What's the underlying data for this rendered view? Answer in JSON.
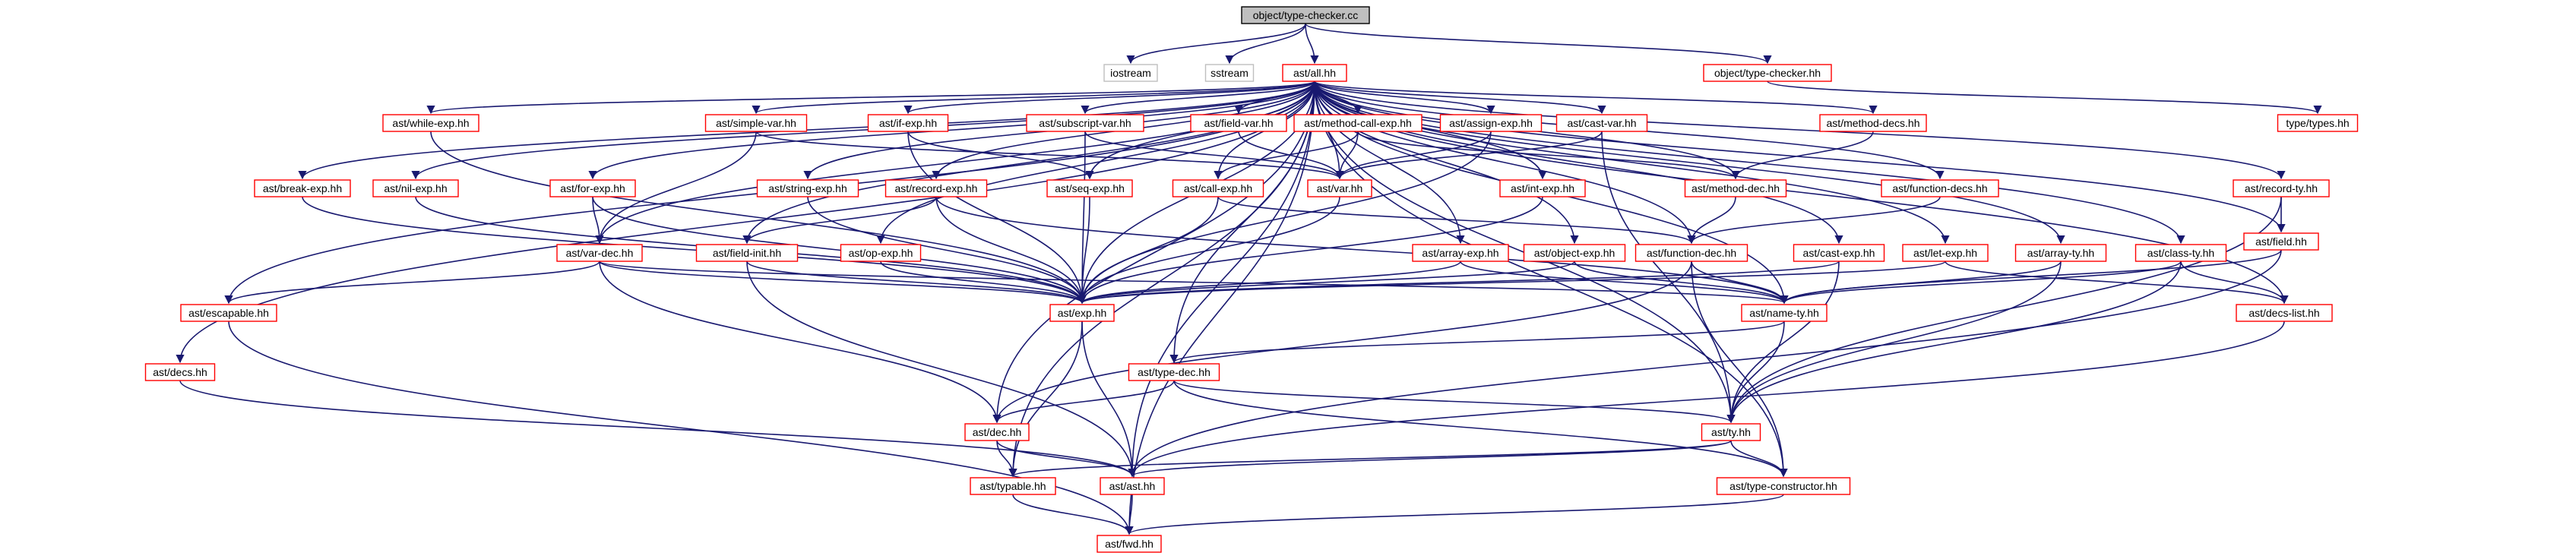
{
  "colors": {
    "node_border": "#ff0000",
    "edge": "#191970",
    "root_fill": "#bfbfbf",
    "root_border": "#000000",
    "external_border": "#bfbfbf"
  },
  "nodes": [
    {
      "id": "root",
      "label": "object/type-checker.cc",
      "kind": "root"
    },
    {
      "id": "iostream",
      "label": "iostream",
      "kind": "external"
    },
    {
      "id": "sstream",
      "label": "sstream",
      "kind": "external"
    },
    {
      "id": "all",
      "label": "ast/all.hh",
      "kind": "file"
    },
    {
      "id": "otc",
      "label": "object/type-checker.hh",
      "kind": "file"
    },
    {
      "id": "types",
      "label": "type/types.hh",
      "kind": "file"
    },
    {
      "id": "while",
      "label": "ast/while-exp.hh",
      "kind": "file"
    },
    {
      "id": "simplevar",
      "label": "ast/simple-var.hh",
      "kind": "file"
    },
    {
      "id": "ifexp",
      "label": "ast/if-exp.hh",
      "kind": "file"
    },
    {
      "id": "subscript",
      "label": "ast/subscript-var.hh",
      "kind": "file"
    },
    {
      "id": "fieldvar",
      "label": "ast/field-var.hh",
      "kind": "file"
    },
    {
      "id": "mcall",
      "label": "ast/method-call-exp.hh",
      "kind": "file"
    },
    {
      "id": "assign",
      "label": "ast/assign-exp.hh",
      "kind": "file"
    },
    {
      "id": "castvar",
      "label": "ast/cast-var.hh",
      "kind": "file"
    },
    {
      "id": "mdecs",
      "label": "ast/method-decs.hh",
      "kind": "file"
    },
    {
      "id": "break",
      "label": "ast/break-exp.hh",
      "kind": "file"
    },
    {
      "id": "nil",
      "label": "ast/nil-exp.hh",
      "kind": "file"
    },
    {
      "id": "for",
      "label": "ast/for-exp.hh",
      "kind": "file"
    },
    {
      "id": "string",
      "label": "ast/string-exp.hh",
      "kind": "file"
    },
    {
      "id": "seq",
      "label": "ast/seq-exp.hh",
      "kind": "file"
    },
    {
      "id": "record",
      "label": "ast/record-exp.hh",
      "kind": "file"
    },
    {
      "id": "call",
      "label": "ast/call-exp.hh",
      "kind": "file"
    },
    {
      "id": "var",
      "label": "ast/var.hh",
      "kind": "file"
    },
    {
      "id": "intexp",
      "label": "ast/int-exp.hh",
      "kind": "file"
    },
    {
      "id": "methoddec",
      "label": "ast/method-dec.hh",
      "kind": "file"
    },
    {
      "id": "fdecs",
      "label": "ast/function-decs.hh",
      "kind": "file"
    },
    {
      "id": "recordty",
      "label": "ast/record-ty.hh",
      "kind": "file"
    },
    {
      "id": "vardec",
      "label": "ast/var-dec.hh",
      "kind": "file"
    },
    {
      "id": "fieldinit",
      "label": "ast/field-init.hh",
      "kind": "file"
    },
    {
      "id": "op",
      "label": "ast/op-exp.hh",
      "kind": "file"
    },
    {
      "id": "array",
      "label": "ast/array-exp.hh",
      "kind": "file"
    },
    {
      "id": "object",
      "label": "ast/object-exp.hh",
      "kind": "file"
    },
    {
      "id": "fdec",
      "label": "ast/function-dec.hh",
      "kind": "file"
    },
    {
      "id": "cast",
      "label": "ast/cast-exp.hh",
      "kind": "file"
    },
    {
      "id": "let",
      "label": "ast/let-exp.hh",
      "kind": "file"
    },
    {
      "id": "arrayty",
      "label": "ast/array-ty.hh",
      "kind": "file"
    },
    {
      "id": "classty",
      "label": "ast/class-ty.hh",
      "kind": "file"
    },
    {
      "id": "field",
      "label": "ast/field.hh",
      "kind": "file"
    },
    {
      "id": "escapable",
      "label": "ast/escapable.hh",
      "kind": "file"
    },
    {
      "id": "exp",
      "label": "ast/exp.hh",
      "kind": "file"
    },
    {
      "id": "namety",
      "label": "ast/name-ty.hh",
      "kind": "file"
    },
    {
      "id": "decslist",
      "label": "ast/decs-list.hh",
      "kind": "file"
    },
    {
      "id": "decs",
      "label": "ast/decs.hh",
      "kind": "file"
    },
    {
      "id": "typedec",
      "label": "ast/type-dec.hh",
      "kind": "file"
    },
    {
      "id": "dec",
      "label": "ast/dec.hh",
      "kind": "file"
    },
    {
      "id": "ty",
      "label": "ast/ty.hh",
      "kind": "file"
    },
    {
      "id": "typable",
      "label": "ast/typable.hh",
      "kind": "file"
    },
    {
      "id": "ast",
      "label": "ast/ast.hh",
      "kind": "file"
    },
    {
      "id": "tcons",
      "label": "ast/type-constructor.hh",
      "kind": "file"
    },
    {
      "id": "fwd",
      "label": "ast/fwd.hh",
      "kind": "file"
    }
  ],
  "edges": [
    [
      "root",
      "iostream"
    ],
    [
      "root",
      "sstream"
    ],
    [
      "root",
      "all"
    ],
    [
      "root",
      "otc"
    ],
    [
      "otc",
      "types"
    ],
    [
      "all",
      "while"
    ],
    [
      "all",
      "simplevar"
    ],
    [
      "all",
      "ifexp"
    ],
    [
      "all",
      "subscript"
    ],
    [
      "all",
      "fieldvar"
    ],
    [
      "all",
      "mcall"
    ],
    [
      "all",
      "assign"
    ],
    [
      "all",
      "castvar"
    ],
    [
      "all",
      "mdecs"
    ],
    [
      "all",
      "break"
    ],
    [
      "all",
      "nil"
    ],
    [
      "all",
      "for"
    ],
    [
      "all",
      "string"
    ],
    [
      "all",
      "seq"
    ],
    [
      "all",
      "record"
    ],
    [
      "all",
      "call"
    ],
    [
      "all",
      "var"
    ],
    [
      "all",
      "intexp"
    ],
    [
      "all",
      "methoddec"
    ],
    [
      "all",
      "fdecs"
    ],
    [
      "all",
      "recordty"
    ],
    [
      "all",
      "vardec"
    ],
    [
      "all",
      "fieldinit"
    ],
    [
      "all",
      "op"
    ],
    [
      "all",
      "array"
    ],
    [
      "all",
      "object"
    ],
    [
      "all",
      "fdec"
    ],
    [
      "all",
      "cast"
    ],
    [
      "all",
      "let"
    ],
    [
      "all",
      "arrayty"
    ],
    [
      "all",
      "classty"
    ],
    [
      "all",
      "field"
    ],
    [
      "all",
      "escapable"
    ],
    [
      "all",
      "exp"
    ],
    [
      "all",
      "namety"
    ],
    [
      "all",
      "decslist"
    ],
    [
      "all",
      "decs"
    ],
    [
      "all",
      "typedec"
    ],
    [
      "all",
      "dec"
    ],
    [
      "all",
      "ty"
    ],
    [
      "all",
      "typable"
    ],
    [
      "all",
      "ast"
    ],
    [
      "all",
      "tcons"
    ],
    [
      "all",
      "fwd"
    ],
    [
      "while",
      "exp"
    ],
    [
      "simplevar",
      "var"
    ],
    [
      "simplevar",
      "vardec"
    ],
    [
      "ifexp",
      "seq"
    ],
    [
      "ifexp",
      "exp"
    ],
    [
      "subscript",
      "var"
    ],
    [
      "subscript",
      "exp"
    ],
    [
      "fieldvar",
      "var"
    ],
    [
      "mcall",
      "call"
    ],
    [
      "mcall",
      "var"
    ],
    [
      "mcall",
      "methoddec"
    ],
    [
      "assign",
      "var"
    ],
    [
      "assign",
      "exp"
    ],
    [
      "castvar",
      "var"
    ],
    [
      "castvar",
      "ty"
    ],
    [
      "mdecs",
      "methoddec"
    ],
    [
      "break",
      "exp"
    ],
    [
      "nil",
      "exp"
    ],
    [
      "for",
      "vardec"
    ],
    [
      "for",
      "exp"
    ],
    [
      "string",
      "exp"
    ],
    [
      "seq",
      "exp"
    ],
    [
      "record",
      "fieldinit"
    ],
    [
      "record",
      "exp"
    ],
    [
      "record",
      "namety"
    ],
    [
      "call",
      "exp"
    ],
    [
      "call",
      "fdec"
    ],
    [
      "var",
      "exp"
    ],
    [
      "intexp",
      "exp"
    ],
    [
      "methoddec",
      "fdec"
    ],
    [
      "fdecs",
      "fdec"
    ],
    [
      "recordty",
      "field"
    ],
    [
      "recordty",
      "ty"
    ],
    [
      "vardec",
      "escapable"
    ],
    [
      "vardec",
      "exp"
    ],
    [
      "vardec",
      "namety"
    ],
    [
      "vardec",
      "dec"
    ],
    [
      "fieldinit",
      "exp"
    ],
    [
      "fieldinit",
      "ast"
    ],
    [
      "op",
      "exp"
    ],
    [
      "array",
      "exp"
    ],
    [
      "array",
      "namety"
    ],
    [
      "object",
      "exp"
    ],
    [
      "object",
      "namety"
    ],
    [
      "fdec",
      "namety"
    ],
    [
      "fdec",
      "dec"
    ],
    [
      "fdec",
      "tcons"
    ],
    [
      "cast",
      "exp"
    ],
    [
      "cast",
      "ty"
    ],
    [
      "let",
      "exp"
    ],
    [
      "let",
      "decslist"
    ],
    [
      "arrayty",
      "namety"
    ],
    [
      "arrayty",
      "ty"
    ],
    [
      "classty",
      "namety"
    ],
    [
      "classty",
      "decslist"
    ],
    [
      "classty",
      "ty"
    ],
    [
      "field",
      "namety"
    ],
    [
      "field",
      "ast"
    ],
    [
      "escapable",
      "fwd"
    ],
    [
      "exp",
      "typable"
    ],
    [
      "exp",
      "ast"
    ],
    [
      "namety",
      "typedec"
    ],
    [
      "namety",
      "ty"
    ],
    [
      "decslist",
      "ast"
    ],
    [
      "decs",
      "ast"
    ],
    [
      "typedec",
      "dec"
    ],
    [
      "typedec",
      "ty"
    ],
    [
      "typedec",
      "tcons"
    ],
    [
      "dec",
      "typable"
    ],
    [
      "dec",
      "ast"
    ],
    [
      "ty",
      "typable"
    ],
    [
      "ty",
      "ast"
    ],
    [
      "ty",
      "tcons"
    ],
    [
      "typable",
      "fwd"
    ],
    [
      "ast",
      "fwd"
    ],
    [
      "tcons",
      "fwd"
    ]
  ]
}
